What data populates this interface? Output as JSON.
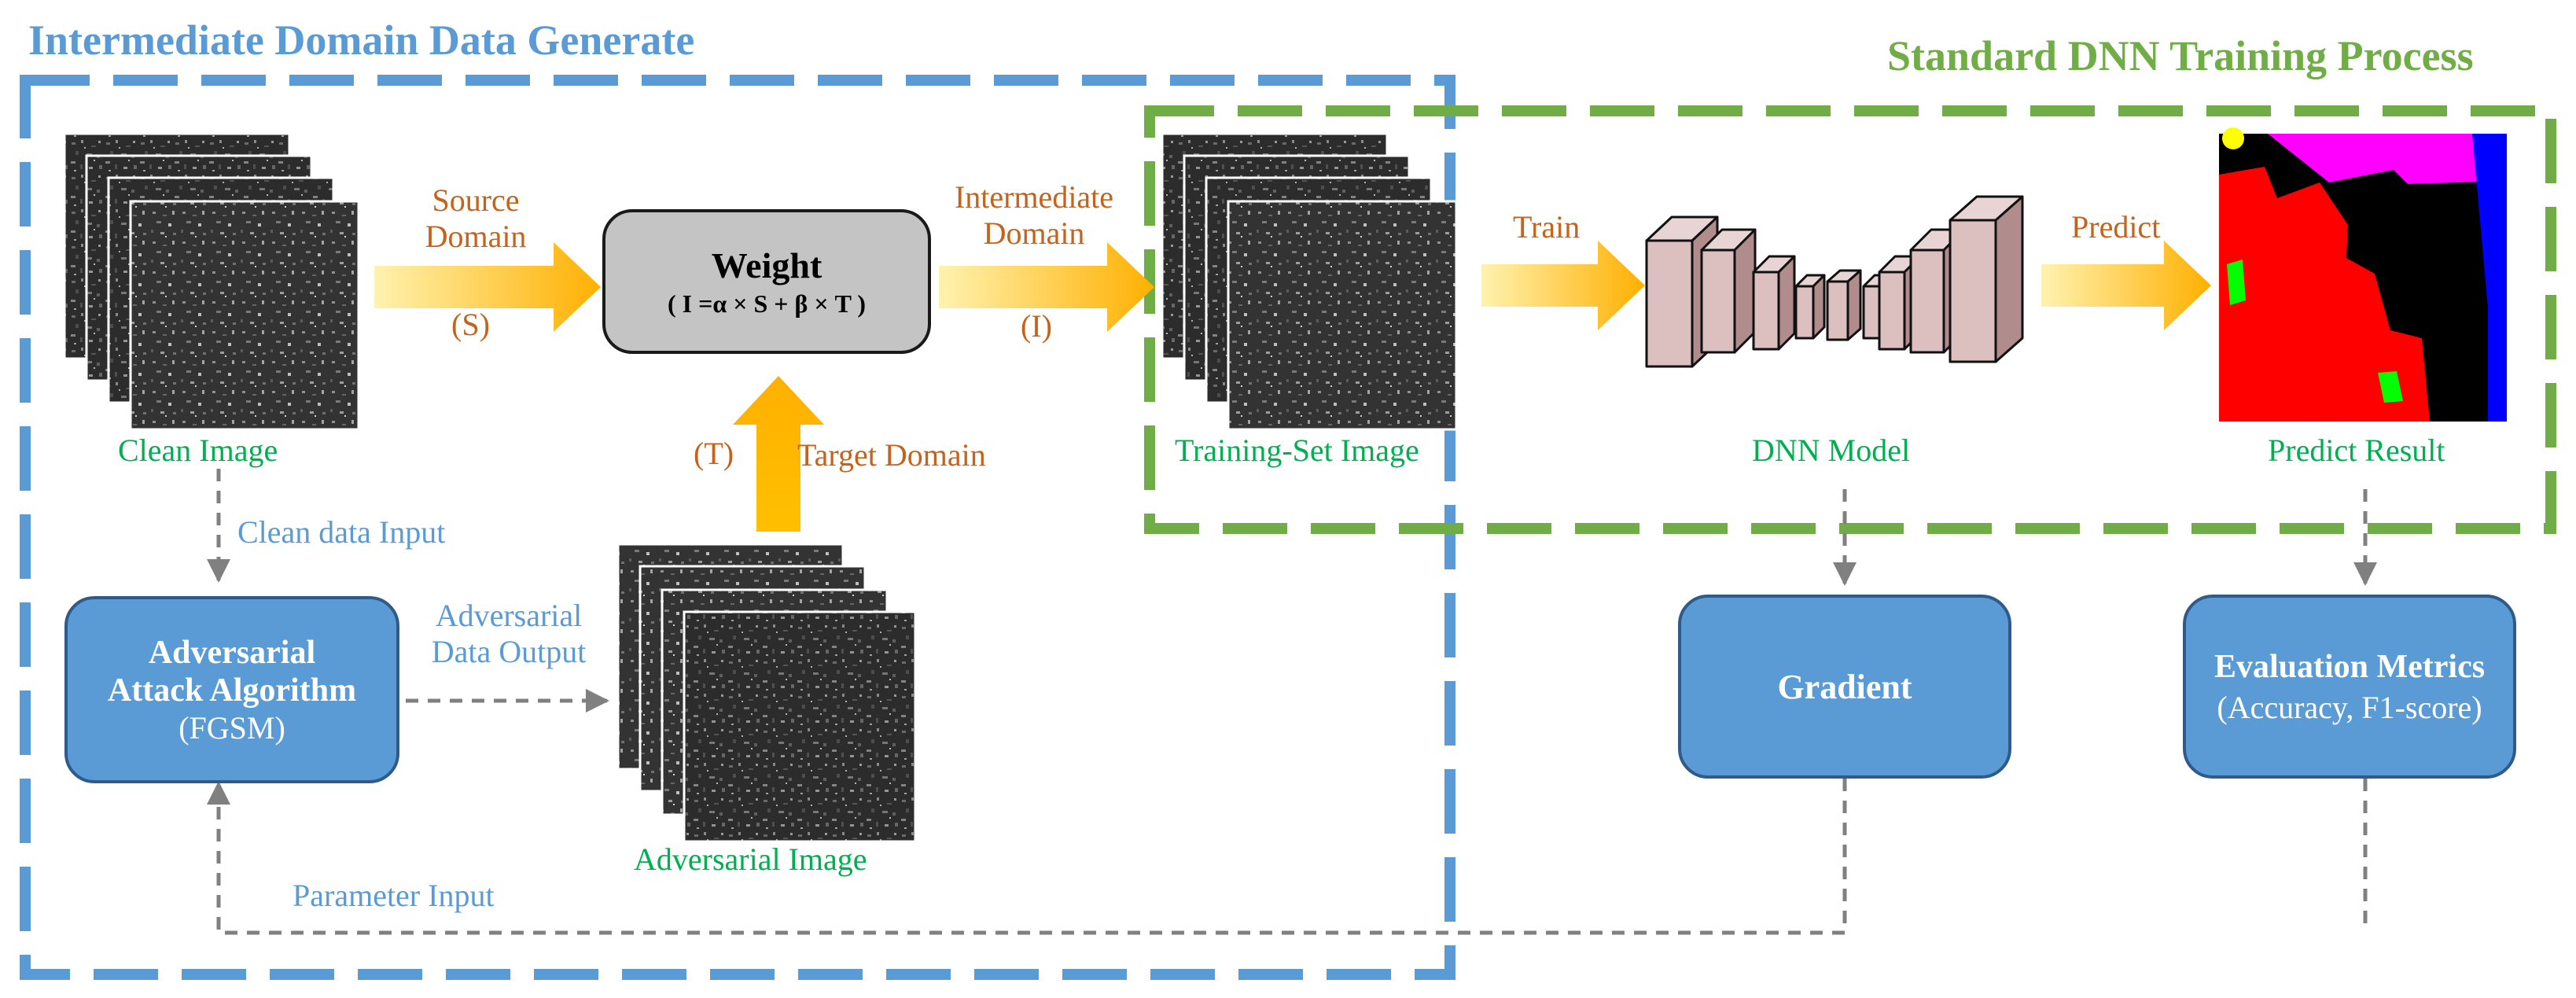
{
  "sections": {
    "left_title": "Intermediate Domain Data Generate",
    "right_title": "Standard DNN Training Process"
  },
  "nodes": {
    "clean_image": "Clean Image",
    "weight_title": "Weight",
    "weight_formula": "( I =α × S + β × T )",
    "training_set_image": "Training-Set Image",
    "dnn_model": "DNN Model",
    "predict_result": "Predict Result",
    "adversarial_image": "Adversarial Image",
    "attack_line1": "Adversarial",
    "attack_line2": "Attack Algorithm",
    "attack_line3": "(FGSM)",
    "gradient": "Gradient",
    "eval_line1": "Evaluation Metrics",
    "eval_line2": "(Accuracy, F1-score)"
  },
  "edges": {
    "source_domain_line1": "Source",
    "source_domain_line2": "Domain",
    "source_symbol": "(S)",
    "intermediate_line1": "Intermediate",
    "intermediate_line2": "Domain",
    "intermediate_symbol": "(I)",
    "target_symbol": "(T)",
    "target_domain": "Target Domain",
    "train": "Train",
    "predict": "Predict",
    "clean_data_input": "Clean data Input",
    "adv_output_line1": "Adversarial",
    "adv_output_line2": "Data Output",
    "parameter_input": "Parameter Input"
  },
  "colors": {
    "left_frame": "#5b9bd5",
    "right_frame": "#70ad47",
    "arrow_orange": "#ffc000",
    "edge_label": "#c5621b",
    "node_label": "#00b050",
    "box_blue": "#5b9bd5",
    "box_gray": "#c4c4c4",
    "dashed_connector": "#808080",
    "dnn_block": "#d9b9b9"
  }
}
